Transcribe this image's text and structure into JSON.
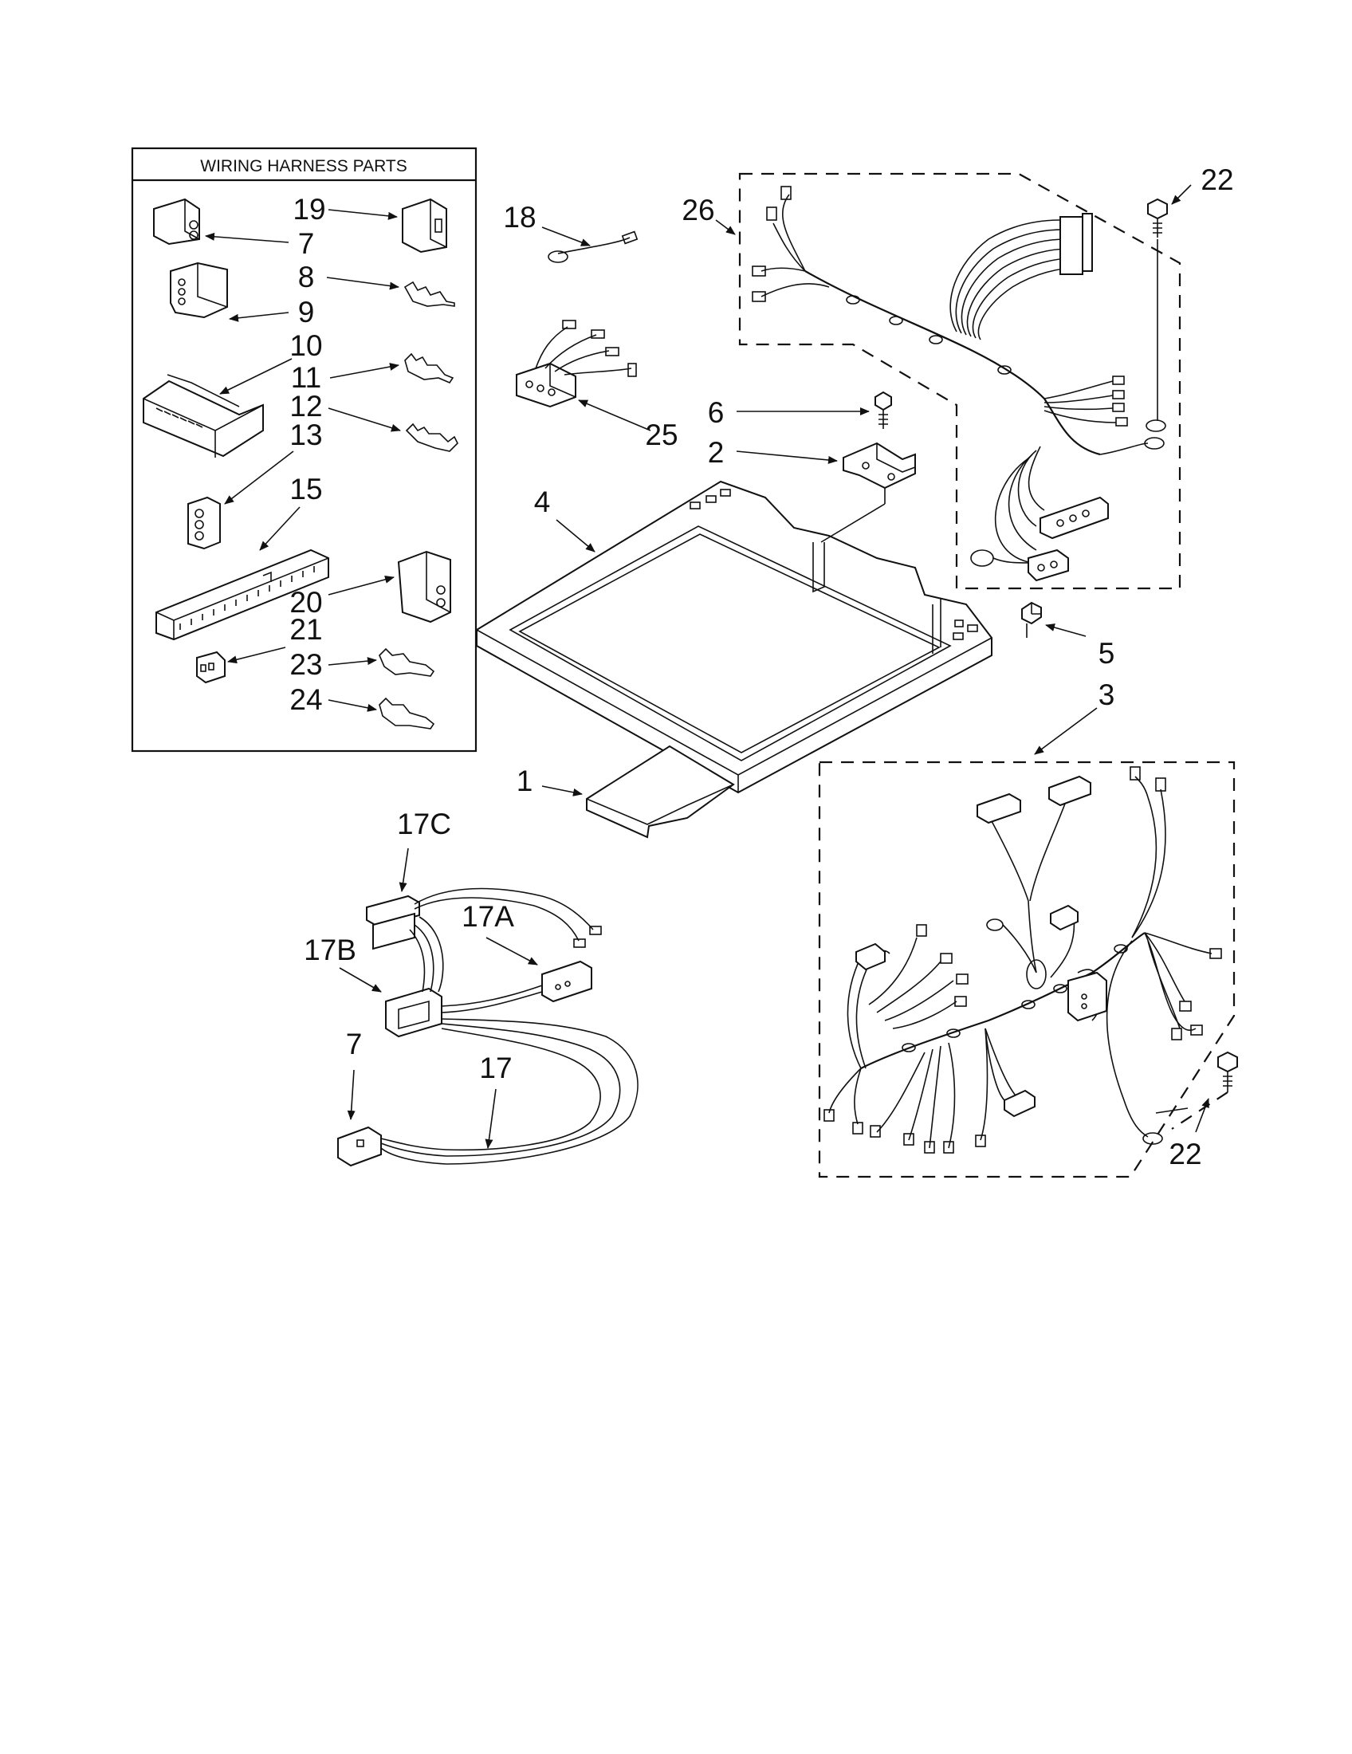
{
  "box_title": "WIRING HARNESS PARTS",
  "labels": {
    "l19": "19",
    "l7a": "7",
    "l8": "8",
    "l9": "9",
    "l10": "10",
    "l11": "11",
    "l12": "12",
    "l13": "13",
    "l15": "15",
    "l20": "20",
    "l21": "21",
    "l23": "23",
    "l24": "24",
    "l18": "18",
    "l25": "25",
    "l26": "26",
    "l22a": "22",
    "l6": "6",
    "l2": "2",
    "l4": "4",
    "l5": "5",
    "l3": "3",
    "l1": "1",
    "l17c": "17C",
    "l17a": "17A",
    "l17b": "17B",
    "l7b": "7",
    "l17": "17",
    "l22b": "22"
  }
}
